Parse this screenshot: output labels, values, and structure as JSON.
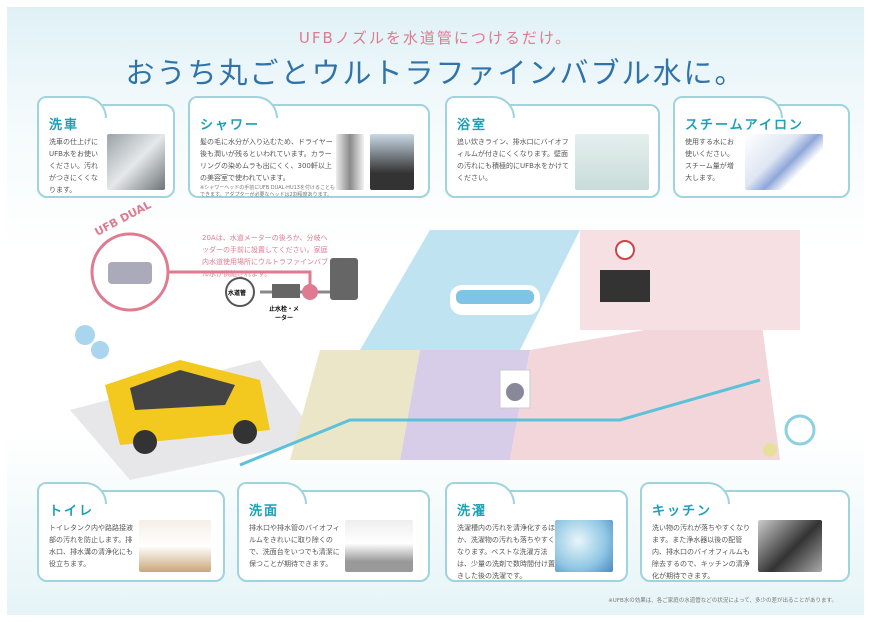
{
  "header": {
    "subtitle": "UFBノズルを水道管につけるだけ。",
    "title": "おうち丸ごとウルトラファインバブル水に。"
  },
  "top_cards": [
    {
      "title": "洗車",
      "text": "洗車の仕上げにUFB水をお使いください。汚れがつきにくくなります。"
    },
    {
      "title": "シャワー",
      "text": "髪の毛に水分が入り込むため、ドライヤー後も潤いが残るといわれています。カラーリングの染めムラも出にくく、300軒以上の美容室で使われています。",
      "note": "※シャワーヘッドの手前にUFB DUAL-HU13を付けることもできます。アダプターが必要なヘッドは2割程度あります。"
    },
    {
      "title": "浴室",
      "text": "追い炊きライン、排水口にバイオフィルムが付きにくくなります。壁面の汚れにも積極的にUFB水をかけてください。"
    },
    {
      "title": "スチームアイロン",
      "text": "使用する水にお使いください。スチーム量が増大します。"
    }
  ],
  "bottom_cards": [
    {
      "title": "トイレ",
      "text": "トイレタンク内や路路接液部の汚れを防止します。排水口、排水溝の清浄化にも役立ちます。"
    },
    {
      "title": "洗面",
      "text": "排水口や排水管のバイオフィルムをきれいに取り除くので、洗面台をいつでも清潔に保つことが期待できます。"
    },
    {
      "title": "洗濯",
      "text": "洗濯槽内の汚れを清浄化するほか、洗濯物の汚れも落ちやすくなります。ベストな洗濯方法は、少量の洗剤で数時間付け置きした後の洗濯です。"
    },
    {
      "title": "キッチン",
      "text": "洗い物の汚れが落ちやすくなります。また浄水器以後の配管内、排水口のバイオフィルムも除去するので、キッチンの清浄化が期待できます。"
    }
  ],
  "diagram": {
    "product": "UFB DUAL",
    "caption": "20Aは、水道メーターの後ろか、分岐ヘッダーの手前に設置してください。家庭内水道使用場所にウルトラファインバブル水が供給されます。",
    "water_pipe": "水道管",
    "valve_meter": "止水栓・メーター"
  },
  "footer_note": "※UFB水の効果は、各ご家庭の水道管などの状況によって、多少の差が出ることがあります。",
  "colors": {
    "accent": "#1aa0b8",
    "title": "#2f73a9",
    "pink": "#e07a90",
    "border": "#9fd3dd"
  }
}
